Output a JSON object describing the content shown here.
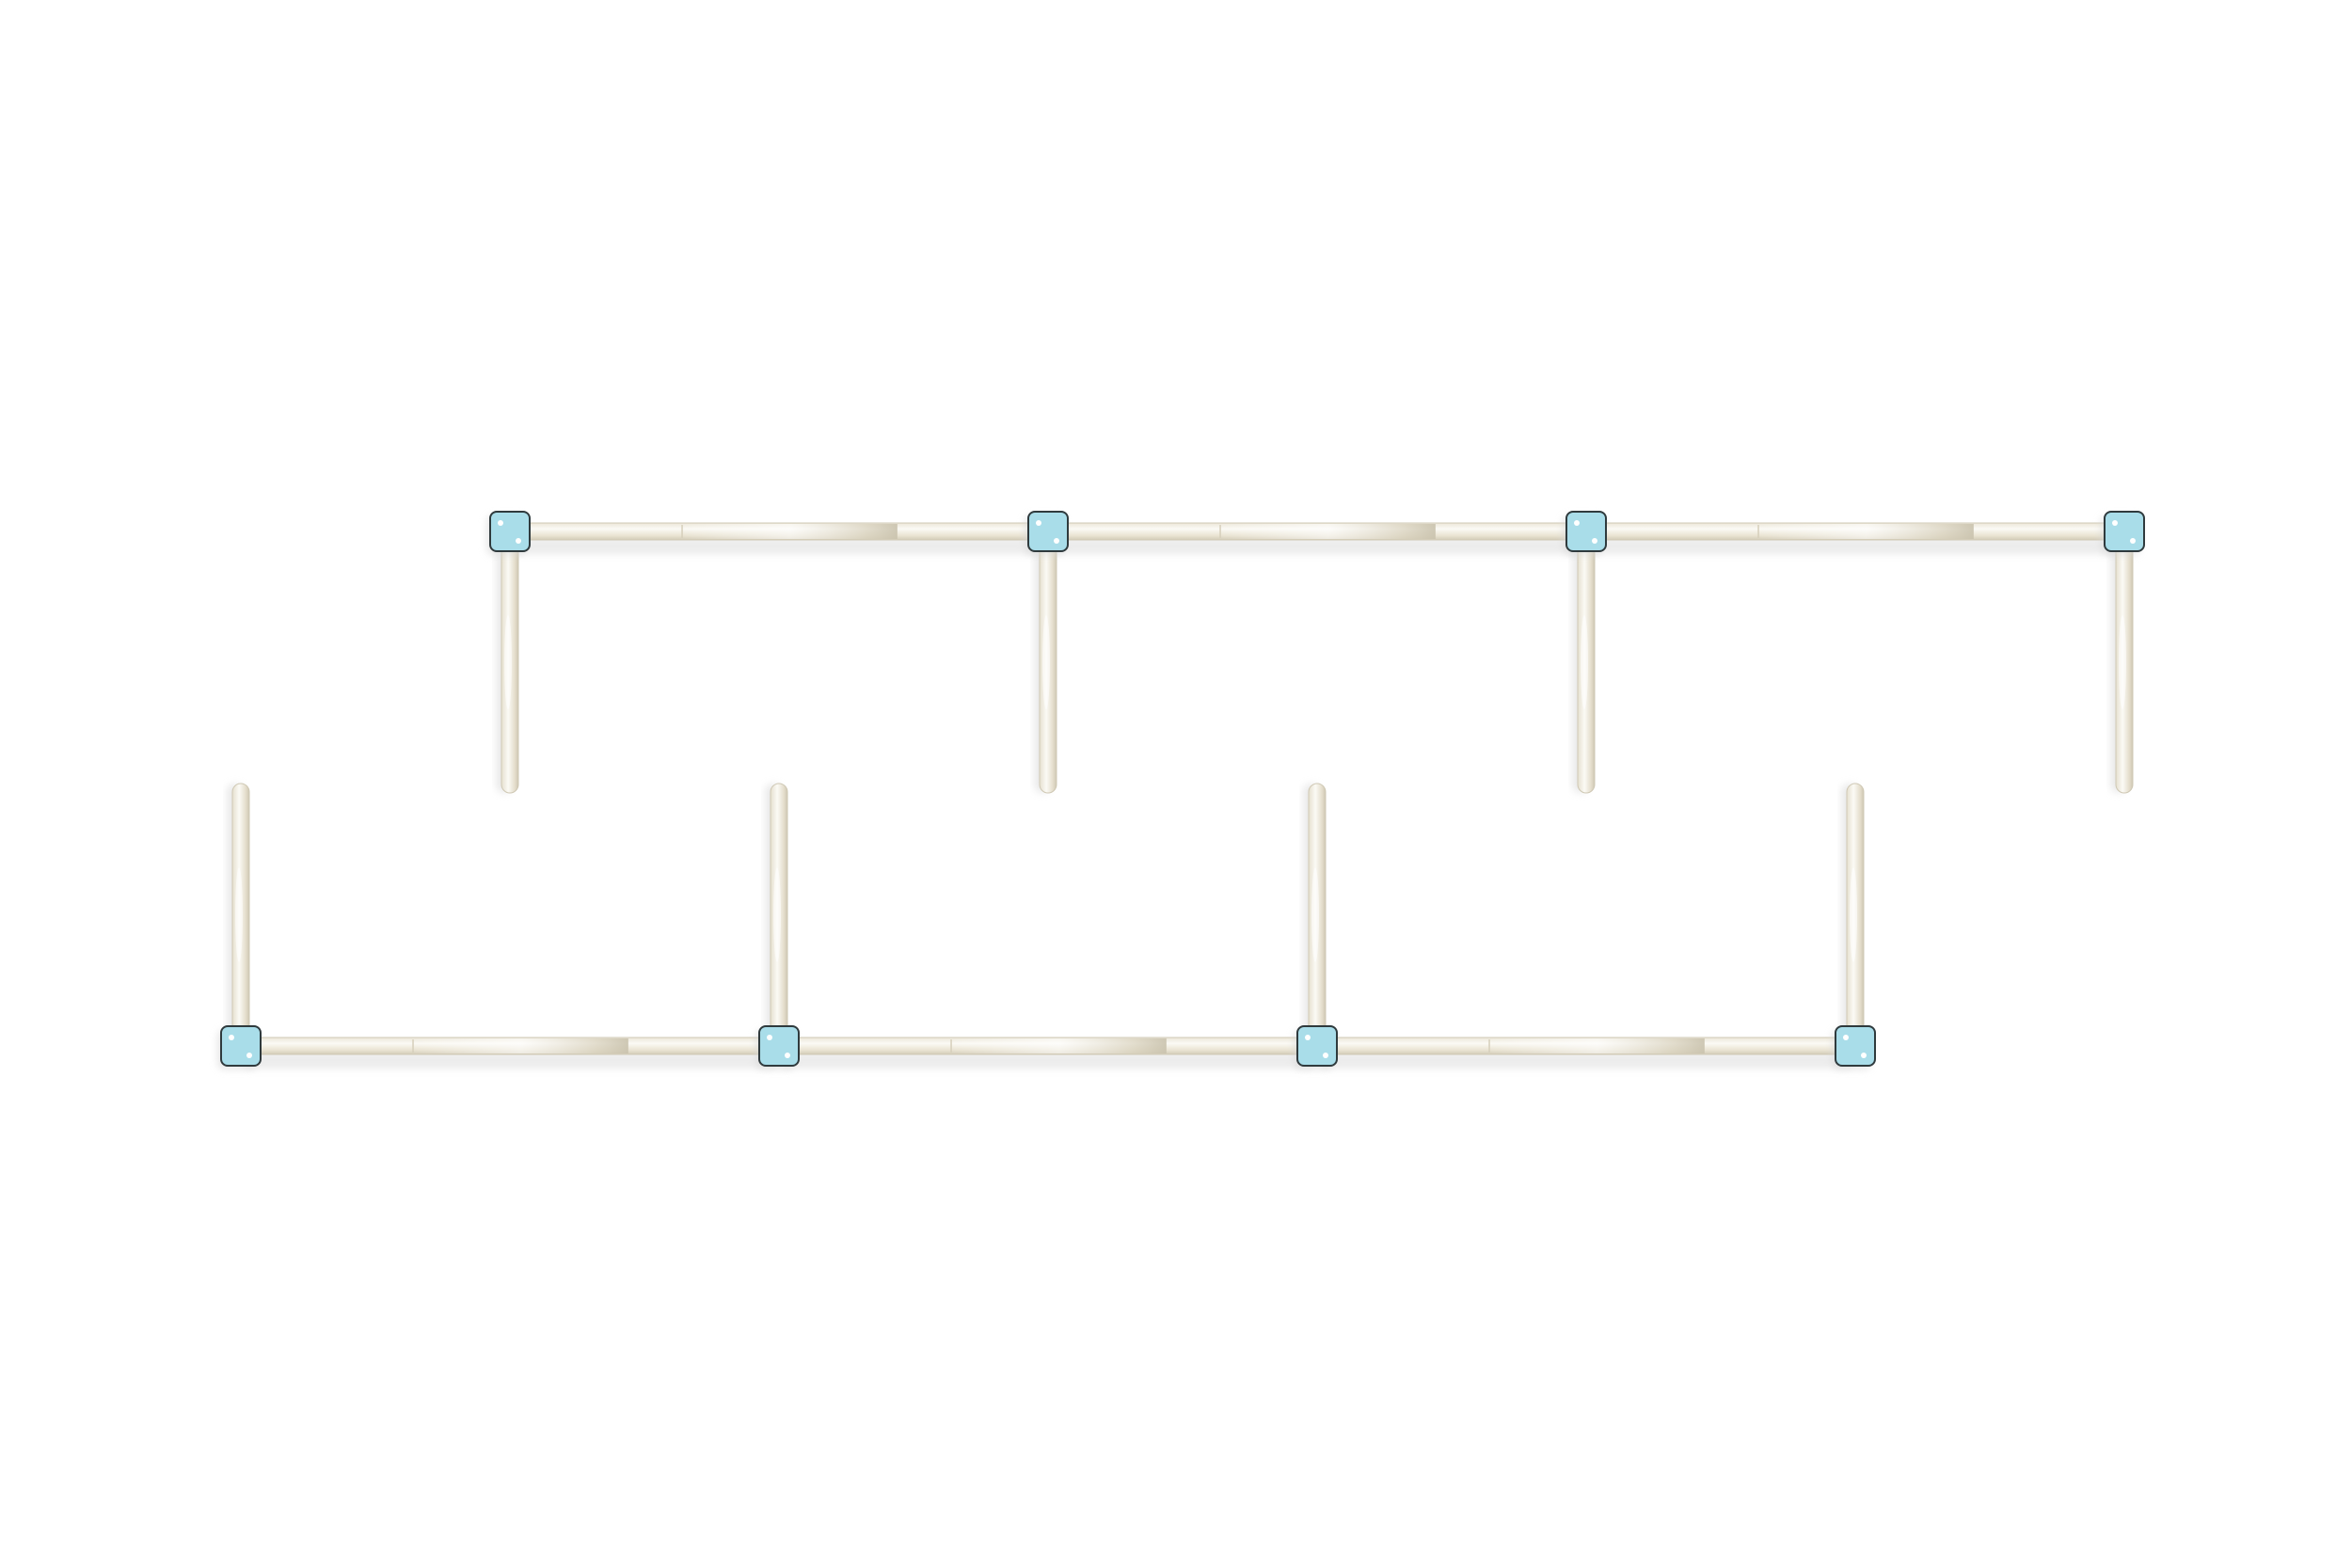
{
  "colors": {
    "background": "#ffffff",
    "rail_light": "#f8f6ef",
    "rail_mid": "#ece7d8",
    "rail_dark": "#d6cfbb",
    "rail_outline": "#cfc8b4",
    "connector_fill": "#a9dde9",
    "connector_outline": "#2f3a3d",
    "connector_screw": "#ffffff",
    "shadow": "#d9d9d9"
  },
  "structure": {
    "frames": [
      {
        "name": "upper-frame",
        "orientation": "posts-down",
        "post_count": 4
      },
      {
        "name": "lower-frame",
        "orientation": "posts-up",
        "post_count": 4
      }
    ],
    "connector_icon": "square-corner-connector-icon",
    "rail_icon": "tube-rail-icon"
  }
}
